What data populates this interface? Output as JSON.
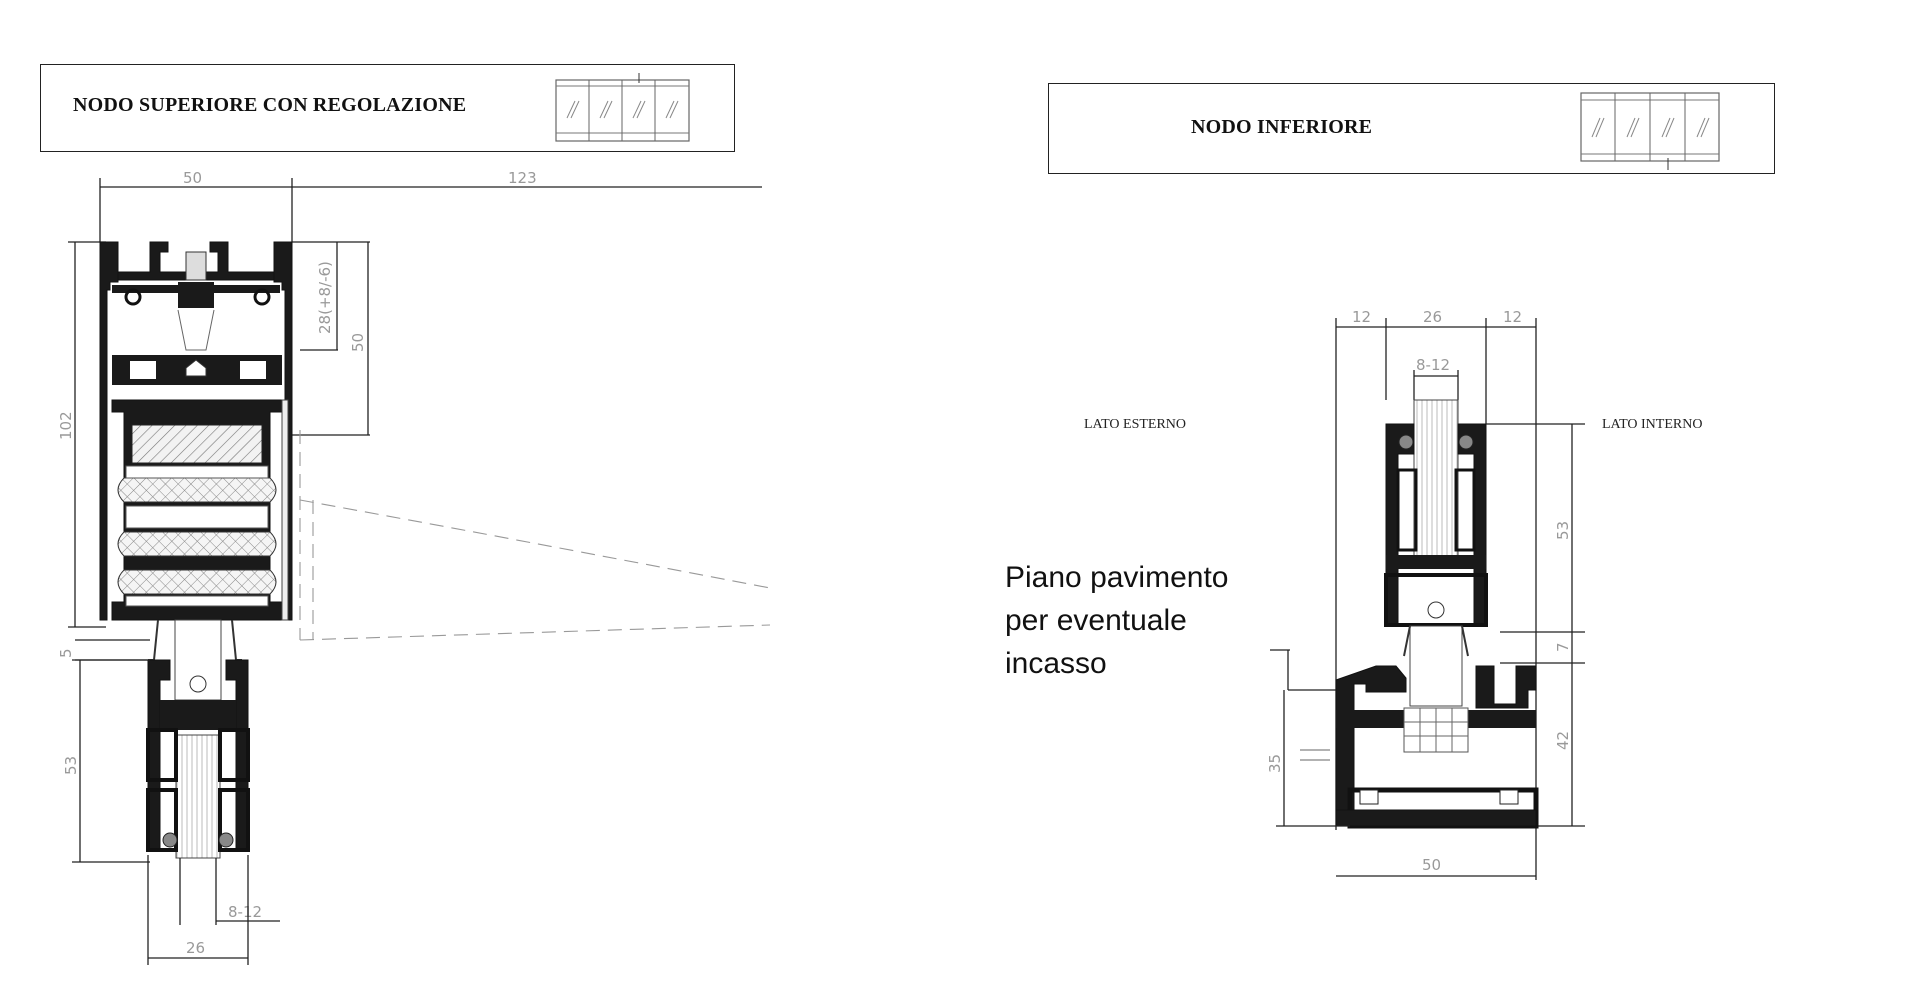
{
  "upper_node": {
    "title": "NODO SUPERIORE CON REGOLAZIONE",
    "dims": {
      "top_width": "50",
      "opening": "123",
      "regulation": "28(+8/-6)",
      "right_height": "50",
      "total_height": "102",
      "gap": "5",
      "sash_height": "53",
      "glass_thickness": "8-12",
      "sash_width": "26"
    }
  },
  "lower_node": {
    "title": "NODO INFERIORE",
    "dims": {
      "left_margin": "12",
      "center_width": "26",
      "right_margin": "12",
      "glass_thickness": "8-12",
      "sash_height": "53",
      "gap": "7",
      "track_height": "42",
      "recess_depth": "35",
      "base_width": "50"
    },
    "label_outside": "LATO ESTERNO",
    "label_inside": "LATO INTERNO"
  },
  "note": {
    "lines": [
      "Piano pavimento",
      "per eventuale",
      "incasso"
    ]
  },
  "icons": [
    "sliding-panels-thumbnail-icon",
    "sliding-panels-thumbnail-icon"
  ]
}
